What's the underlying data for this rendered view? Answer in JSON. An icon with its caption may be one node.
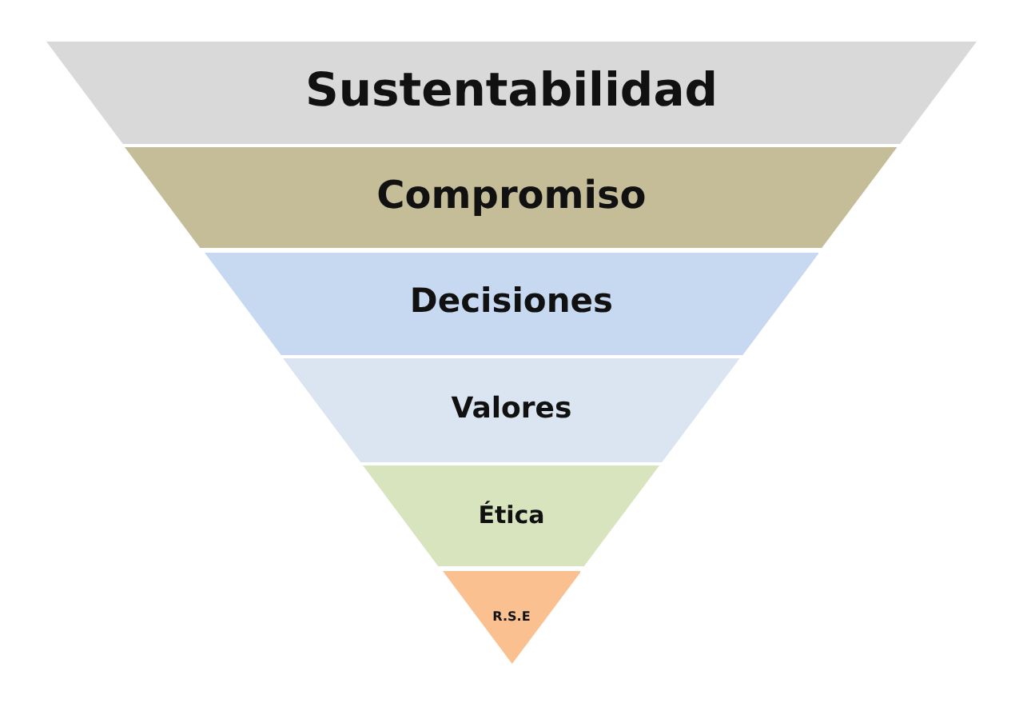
{
  "diagram": {
    "nodes": [
      {
        "text": [
          "Sustentabilidad"
        ]
      },
      {
        "text": [
          "Compromiso"
        ]
      },
      {
        "text": [
          "Decisiones"
        ]
      },
      {
        "text": [
          "Valores"
        ]
      },
      {
        "text": [
          "Ética"
        ]
      },
      {
        "text": [
          "R.S.E"
        ]
      }
    ]
  }
}
